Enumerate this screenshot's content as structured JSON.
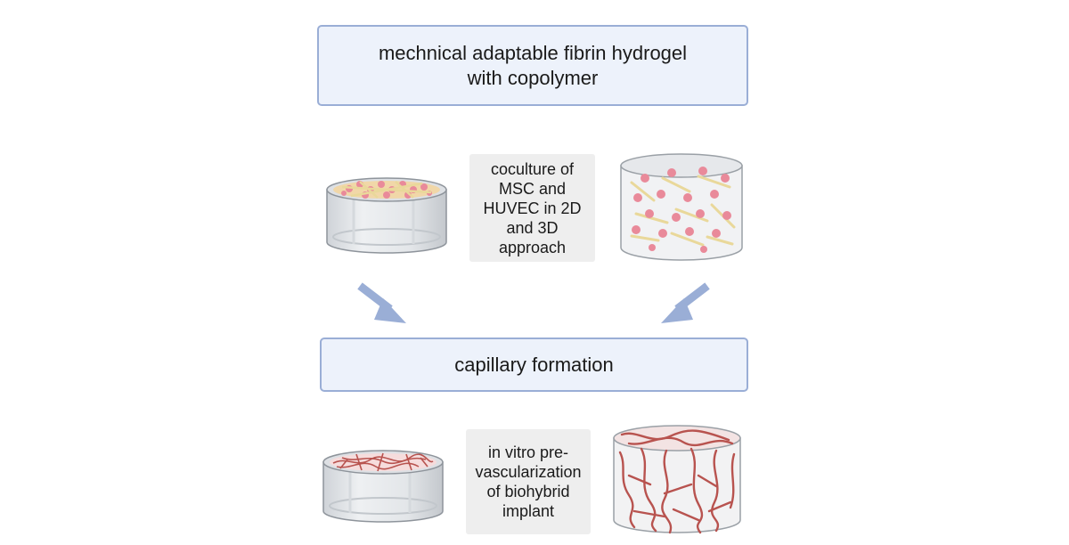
{
  "boxes": {
    "hydrogel": {
      "lines": [
        "mechnical adaptable fibrin hydrogel",
        "with copolymer"
      ]
    },
    "capillary": {
      "lines": [
        "capillary formation"
      ]
    }
  },
  "notes": {
    "coculture": {
      "lines": [
        "coculture of",
        "MSC and",
        "HUVEC in 2D",
        "and 3D",
        "approach"
      ]
    },
    "prevasc": {
      "lines": [
        "in vitro pre-",
        "vascularization",
        "of biohybrid",
        "implant"
      ]
    }
  },
  "colors": {
    "box_fill": "#edf2fb",
    "box_border": "#9aaed6",
    "note_fill": "#eeeeee",
    "arrow": "#9aaed6",
    "cell_pink": "#e98a9a",
    "cell_yellow": "#e9d89a",
    "vessel_red": "#b8534f"
  },
  "icons": {
    "arrow_left": "arrow-down-right-icon",
    "arrow_right": "arrow-down-left-icon"
  }
}
